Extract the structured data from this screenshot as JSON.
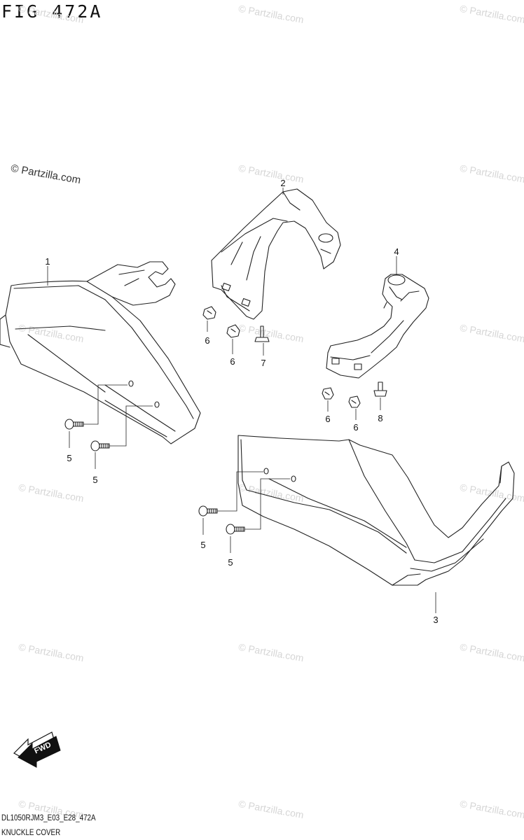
{
  "figure": {
    "title": "FIG 472A",
    "code": "DL1050RJM3_E03_E28_472A",
    "name": "KNUCKLE COVER"
  },
  "watermark": {
    "main_text": "© Partzilla.com",
    "repeat_text": "© Partzilla.com"
  },
  "fwd_label": "FWD",
  "callouts": [
    {
      "key": "c1",
      "label": "1"
    },
    {
      "key": "c2",
      "label": "2"
    },
    {
      "key": "c3",
      "label": "3"
    },
    {
      "key": "c4",
      "label": "4"
    },
    {
      "key": "c5a",
      "label": "5"
    },
    {
      "key": "c5b",
      "label": "5"
    },
    {
      "key": "c5c",
      "label": "5"
    },
    {
      "key": "c5d",
      "label": "5"
    },
    {
      "key": "c6a",
      "label": "6"
    },
    {
      "key": "c6b",
      "label": "6"
    },
    {
      "key": "c6c",
      "label": "6"
    },
    {
      "key": "c6d",
      "label": "6"
    },
    {
      "key": "c7",
      "label": "7"
    },
    {
      "key": "c8",
      "label": "8"
    }
  ],
  "colors": {
    "line": "#222222",
    "watermark": "#d6d6d6"
  }
}
